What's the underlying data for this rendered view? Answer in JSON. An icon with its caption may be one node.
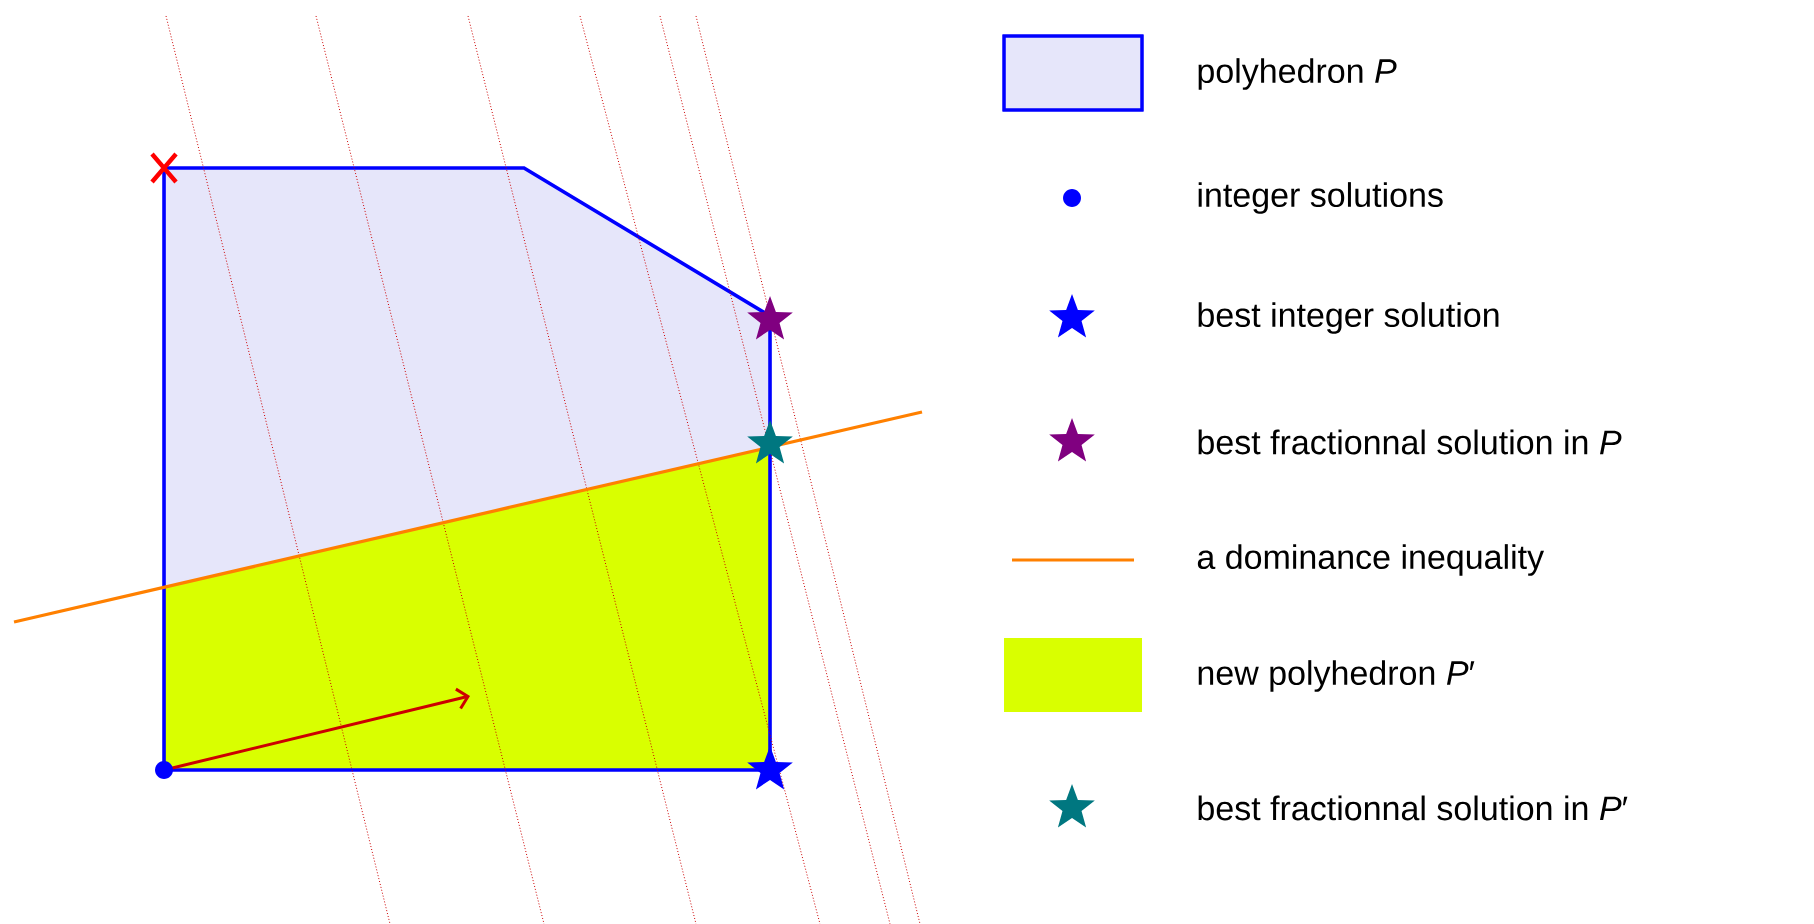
{
  "diagram": {
    "legend": [
      {
        "text": "polyhedron *P*",
        "color": "#e6e6fa"
      },
      {
        "text": "integer solutions"
      },
      {
        "text": "best integer solution"
      },
      {
        "text": "best fractionnal solution in *P*"
      },
      {
        "text": "a dominance inequality"
      },
      {
        "text": "new polyhedron *P*′",
        "color": "#d9ff00"
      },
      {
        "text": "best fractionnal solution in *P*′"
      }
    ]
  }
}
